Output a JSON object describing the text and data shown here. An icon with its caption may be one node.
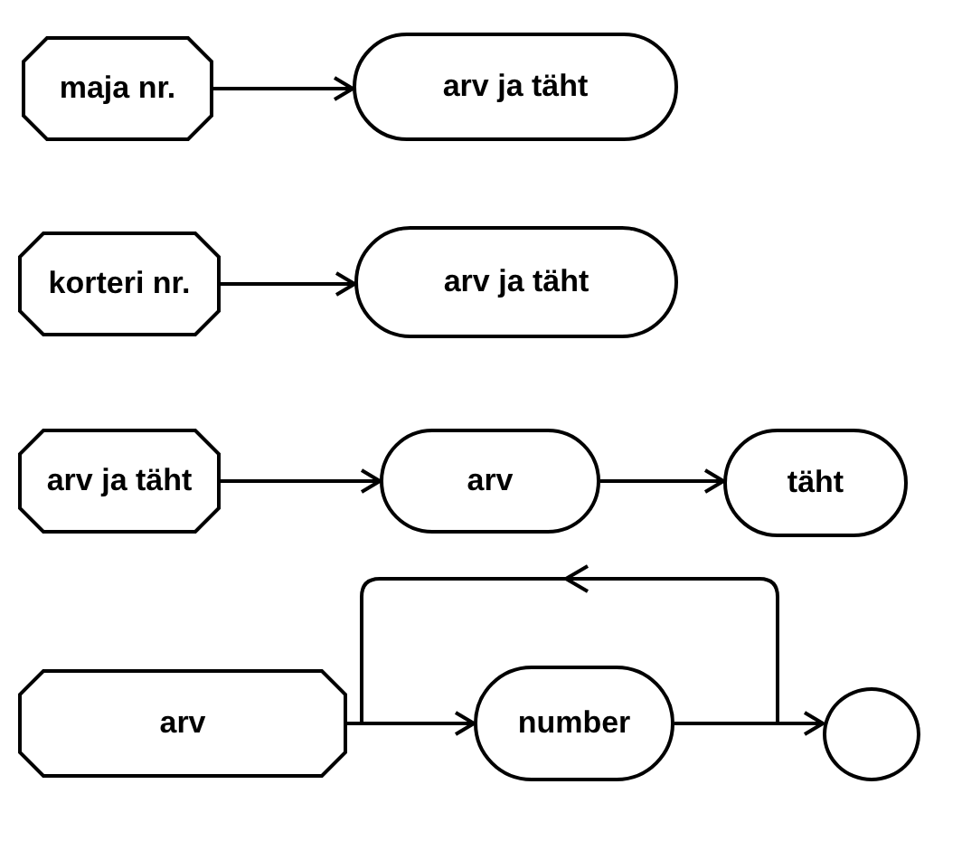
{
  "diagram": {
    "nodes": [
      {
        "text": [
          "maja nr."
        ]
      },
      {
        "text": [
          "arv ja täht"
        ]
      },
      {
        "text": [
          "korteri nr."
        ]
      },
      {
        "text": [
          "arv ja täht"
        ]
      },
      {
        "text": [
          "arv ja täht"
        ]
      },
      {
        "text": [
          "arv"
        ]
      },
      {
        "text": [
          "täht"
        ]
      },
      {
        "text": [
          "arv"
        ]
      },
      {
        "text": [
          "number"
        ]
      },
      {
        "text": [],
        "shape": "circle"
      }
    ],
    "edges": [
      {
        "from": 0,
        "to": 1,
        "arrow": "to"
      },
      {
        "from": 2,
        "to": 3,
        "arrow": "to"
      },
      {
        "from": 4,
        "to": 5,
        "arrow": "to"
      },
      {
        "from": 5,
        "to": 6,
        "arrow": "to"
      },
      {
        "from": 7,
        "to": 8,
        "arrow": "to"
      },
      {
        "from": 8,
        "to": 9,
        "arrow": "to"
      },
      {
        "from": 8,
        "to": 8,
        "arrow": "to"
      }
    ]
  }
}
